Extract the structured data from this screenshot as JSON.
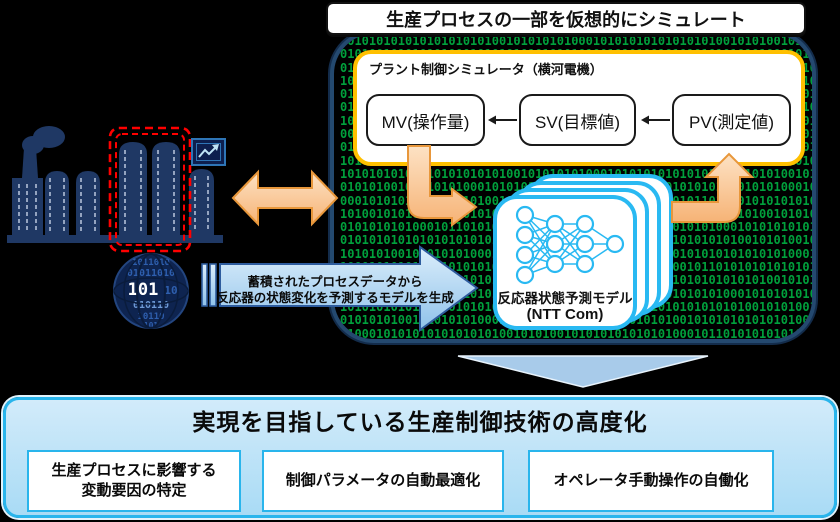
{
  "colors": {
    "background": "#000000",
    "binary_green": "#00A03C",
    "accent_cyan": "#29B9F2",
    "accent_orange": "#ED9B33",
    "orange_fill": "#FACD9E",
    "navy": "#1F3864",
    "yellow": "#FFC000",
    "red": "#FF0000",
    "light_blue_panel": "#C2E4F6"
  },
  "top_banner": {
    "title": "生産プロセスの一部を仮想的にシミュレート"
  },
  "simulator": {
    "label": "プラント制御シミュレータ（横河電機）",
    "boxes": [
      {
        "label": "MV(操作量)"
      },
      {
        "label": "SV(目標値)"
      },
      {
        "label": "PV(測定値)"
      }
    ]
  },
  "model_card": {
    "line1": "反応器状態予測モデル",
    "line2": "(NTT Com)"
  },
  "data_arrow": {
    "line1": "蓄積されたプロセスデータから",
    "line2": "反応器の状態変化を予測するモデルを生成"
  },
  "bottom_panel": {
    "title": "実現を目指している生産制御技術の高度化",
    "items": [
      {
        "label": "生産プロセスに影響する\n変動要因の特定"
      },
      {
        "label": "制御パラメータの自動最適化"
      },
      {
        "label": "オペレータ手動操作の自働化"
      }
    ]
  },
  "matrix": {
    "binary_pattern": "10101010101010101010100101010101000101010101010101010010101001010101010101010001011010"
  }
}
